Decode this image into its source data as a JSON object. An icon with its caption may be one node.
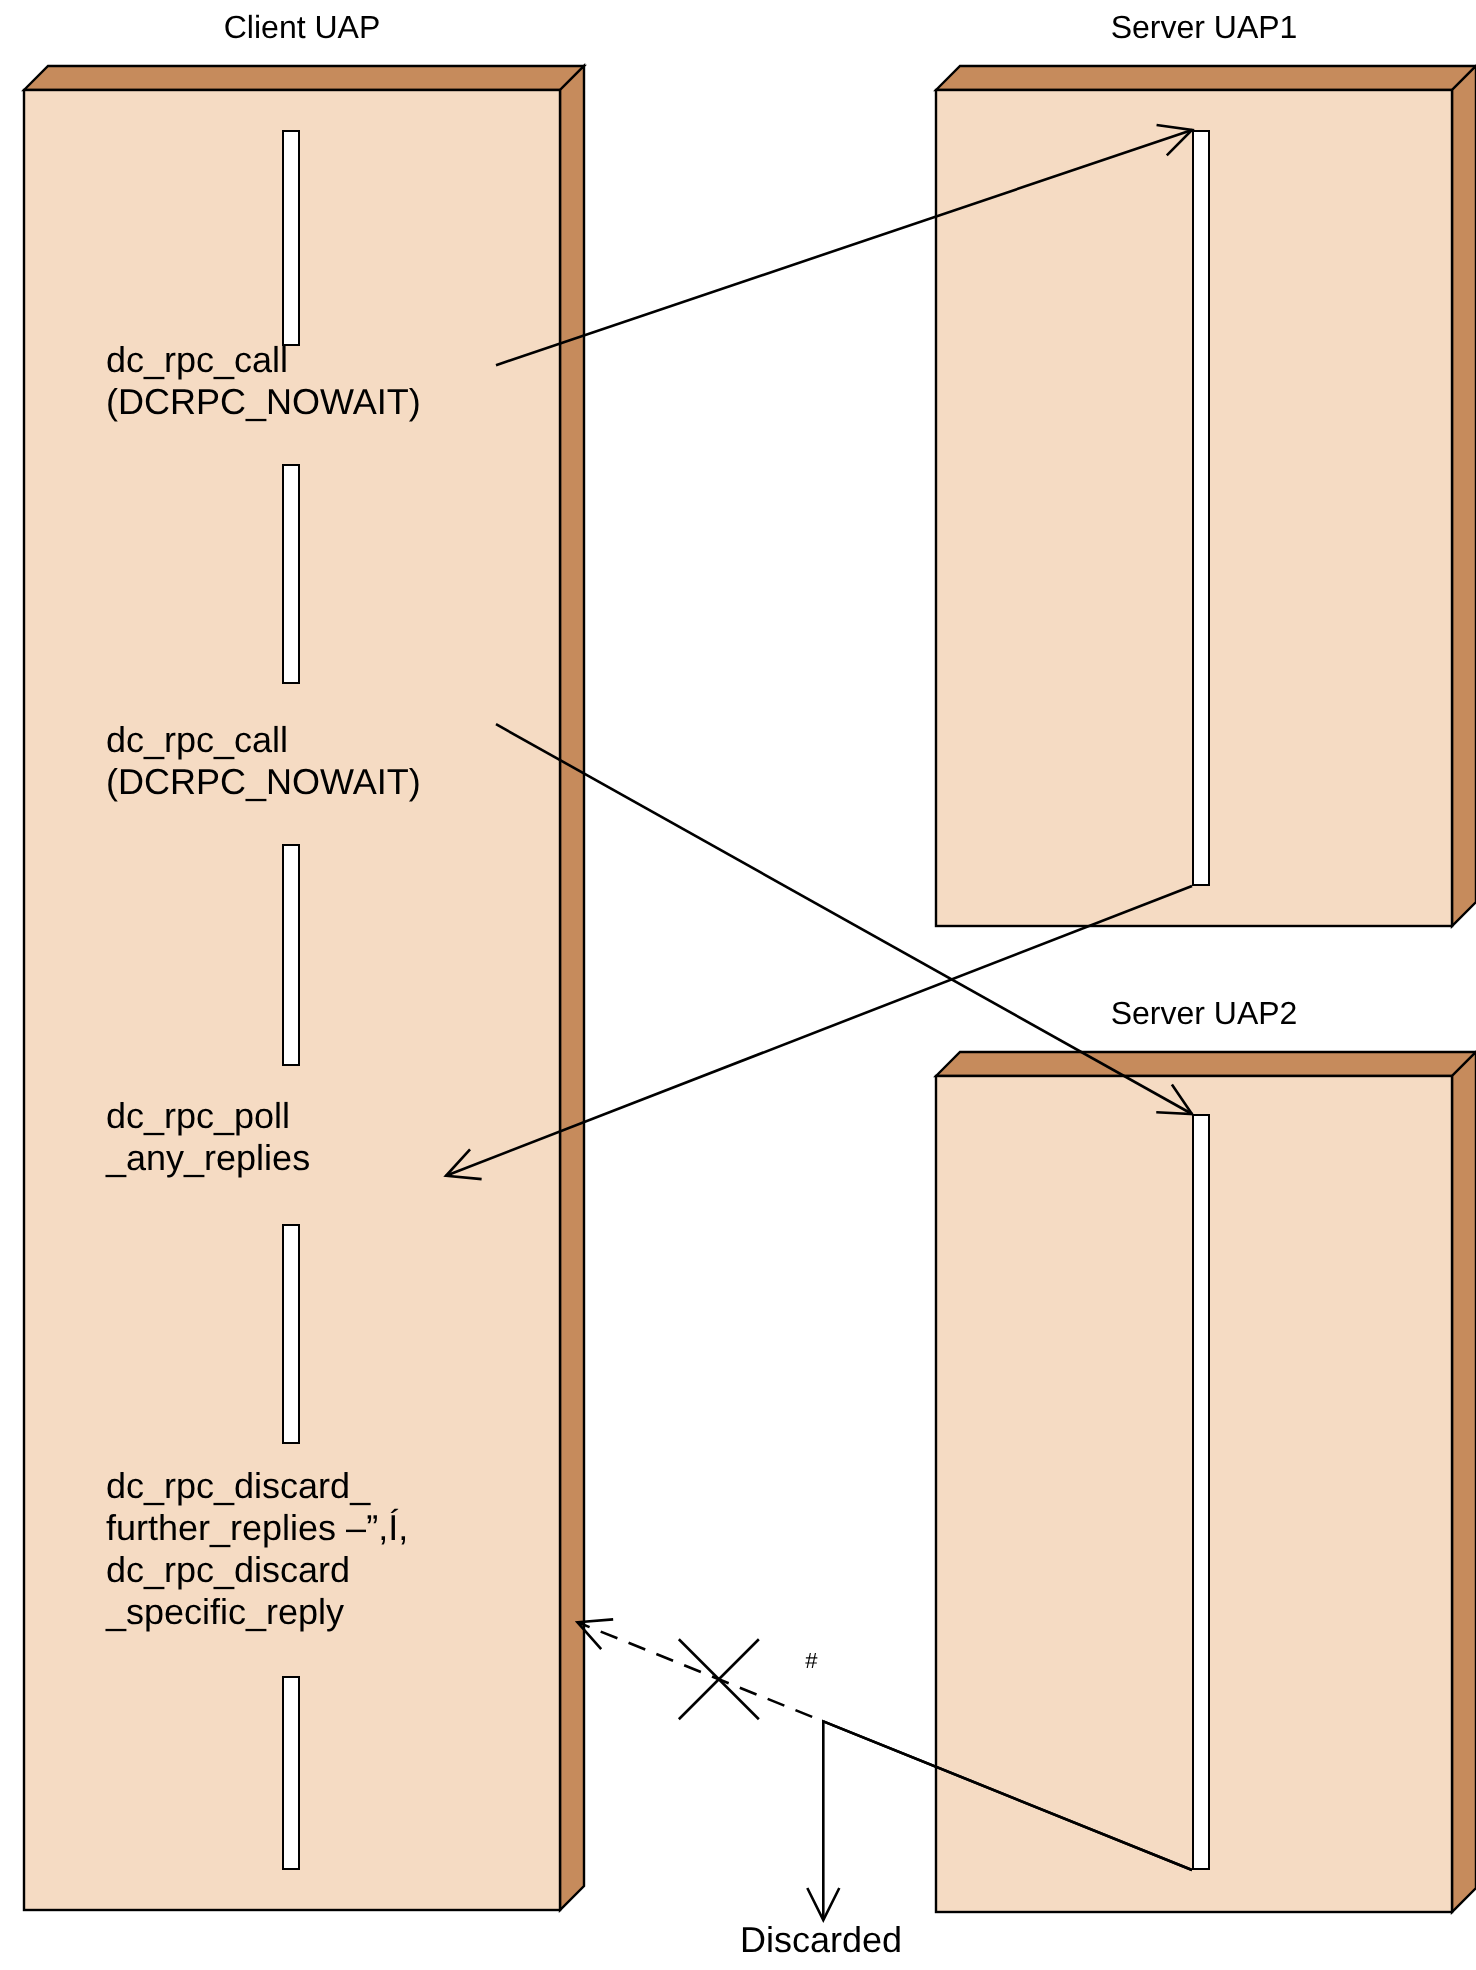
{
  "diagram": {
    "nodes": [
      {
        "text": [
          "Client UAP"
        ]
      },
      {
        "text": [],
        "shape": "bar",
        "in": 0
      },
      {
        "text": [
          "dc_rpc_call (DCRPC_NOWAIT)"
        ],
        "in": 0
      },
      {
        "text": [],
        "shape": "bar",
        "in": 0
      },
      {
        "text": [
          "dc_rpc_call (DCRPC_NOWAIT)"
        ],
        "in": 0
      },
      {
        "text": [],
        "shape": "bar",
        "in": 0
      },
      {
        "text": [
          "dc_rpc_poll _any_replies"
        ],
        "in": 0
      },
      {
        "text": [],
        "shape": "bar",
        "in": 0
      },
      {
        "text": [
          "dc_rpc_discard_ further_replies –”,Í, dc_rpc_discard _specific_reply"
        ],
        "in": 0
      },
      {
        "text": [],
        "shape": "bar",
        "in": 0
      },
      {
        "text": [
          "Server UAP1"
        ]
      },
      {
        "text": [],
        "shape": "bar",
        "in": 10
      },
      {
        "text": [
          "Server UAP2"
        ]
      },
      {
        "text": [],
        "shape": "bar",
        "in": 12
      },
      {
        "text": [
          "Discarded"
        ]
      }
    ],
    "edges": [
      {
        "from": 2,
        "to": 11,
        "arrow": "to"
      },
      {
        "from": 4,
        "to": 13,
        "arrow": "to"
      },
      {
        "from": 11,
        "to": 6,
        "arrow": "to"
      },
      {
        "from": 13,
        "to": 8,
        "arrow": "to",
        "style": "dashed",
        "label": "#"
      },
      {
        "from": 13,
        "to": 14,
        "arrow": "to"
      }
    ]
  }
}
